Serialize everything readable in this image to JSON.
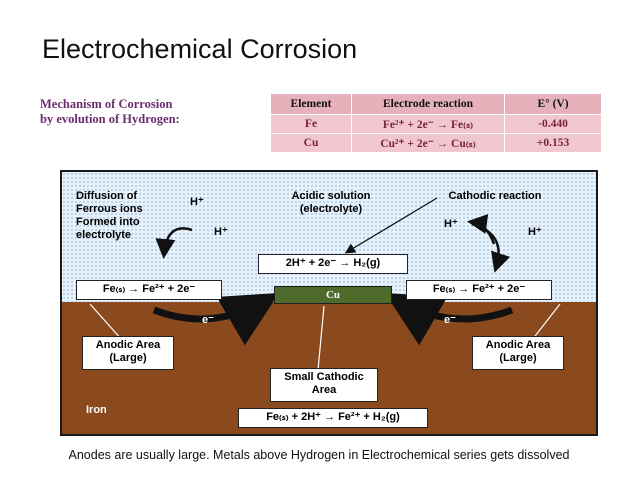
{
  "slide": {
    "title": "Electrochemical Corrosion",
    "mechanism_line1": "Mechanism of Corrosion",
    "mechanism_line2": "by evolution of Hydrogen:",
    "caption": "Anodes are usually large. Metals above Hydrogen in Electrochemical series gets dissolved"
  },
  "table": {
    "headers": [
      "Element",
      "Electrode reaction",
      "E° (V)"
    ],
    "rows": [
      {
        "element": "Fe",
        "reaction": "Fe²⁺ + 2e⁻ → Fe₍ₛ₎",
        "potential": "-0.440"
      },
      {
        "element": "Cu",
        "reaction": "Cu²⁺ + 2e⁻ → Cu₍ₛ₎",
        "potential": "+0.153"
      }
    ]
  },
  "diagram": {
    "diffusion_label": "Diffusion of\nFerrous ions\nFormed into\nelectrolyte",
    "acidic_label": "Acidic solution\n(electrolyte)",
    "cathodic_label": "Cathodic reaction",
    "h_plus": "H⁺",
    "hydrogen_reaction": "2H⁺ + 2e⁻ → H₂(g)",
    "anodic_left_reaction": "Fe₍ₛ₎ → Fe²⁺ + 2e⁻",
    "anodic_right_reaction": "Fe₍ₛ₎ → Fe²⁺ + 2e⁻",
    "cu_label": "Cu",
    "electron_label": "e⁻",
    "anodic_area_left": "Anodic Area\n(Large)",
    "anodic_area_right": "Anodic Area\n(Large)",
    "small_cathodic": "Small Cathodic\nArea",
    "iron_label": "Iron",
    "overall_reaction": "Fe₍ₛ₎ + 2H⁺ → Fe²⁺ + H₂(g)"
  },
  "colors": {
    "mechanism_text": "#6b2d6e",
    "table_header": "#e7b1bb",
    "table_cell": "#f0c7cf",
    "metal": "#8a4a1e",
    "copper_block": "#4e6b2c",
    "electrolyte": "#e8f2fb"
  }
}
